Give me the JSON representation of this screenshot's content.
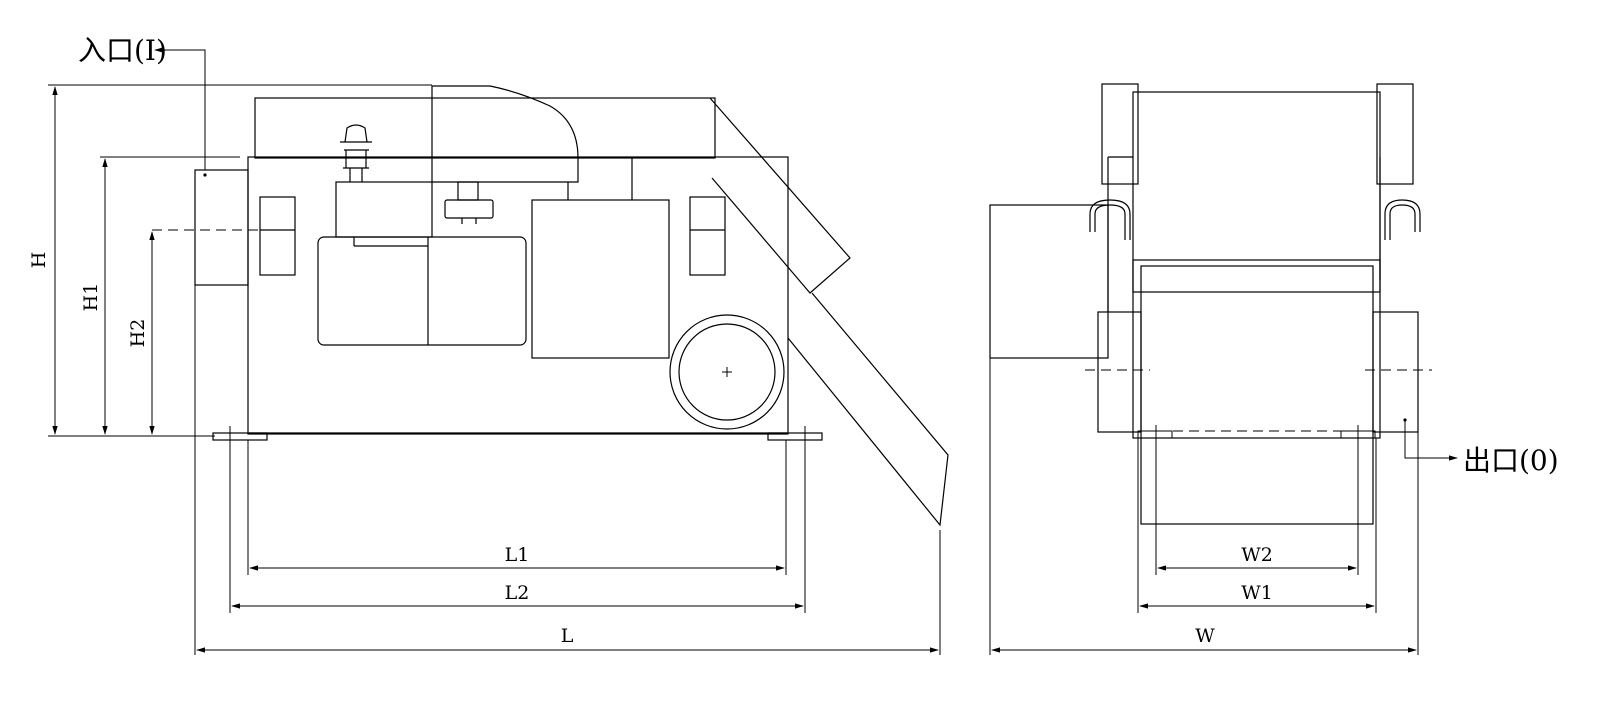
{
  "labels": {
    "inlet": "入口(I)",
    "outlet": "出口(0)"
  },
  "dimensions": {
    "H": "H",
    "H1": "H1",
    "H2": "H2",
    "L1": "L1",
    "L2": "L2",
    "L": "L",
    "W2": "W2",
    "W1": "W1",
    "W": "W"
  }
}
